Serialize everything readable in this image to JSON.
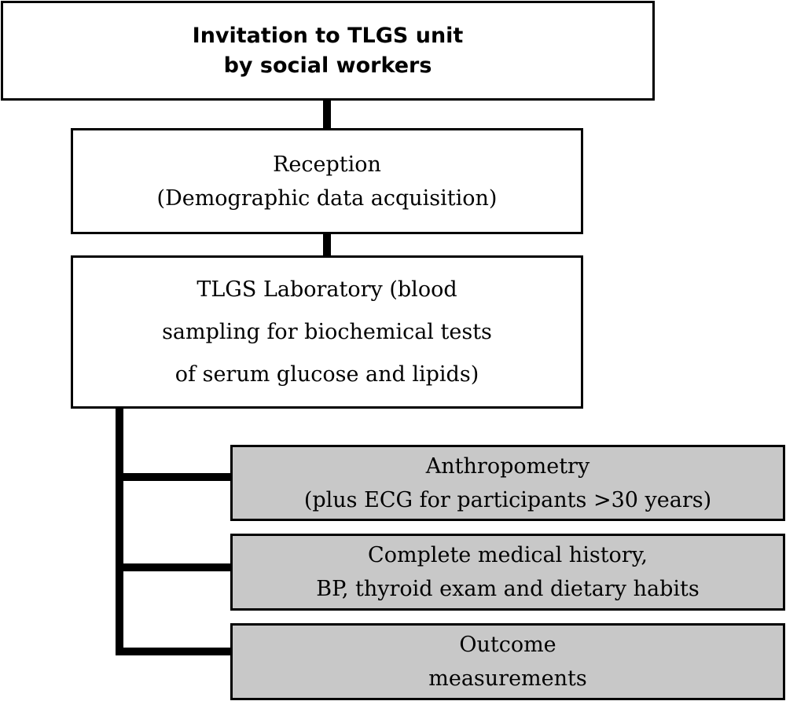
{
  "colors": {
    "stroke": "#000000",
    "grey_fill": "#c8c8c8",
    "background": "#ffffff"
  },
  "steps": {
    "invitation": {
      "line1": "Invitation to TLGS unit",
      "line2": "by social workers"
    },
    "reception": {
      "line1": "Reception",
      "line2": "(Demographic data acquisition)"
    },
    "laboratory": {
      "line1": "TLGS Laboratory (blood",
      "line2": "sampling for biochemical tests",
      "line3": "of serum glucose and lipids)"
    }
  },
  "branches": {
    "anthropometry": {
      "line1": "Anthropometry",
      "line2": "(plus ECG for participants >30 years)"
    },
    "history": {
      "line1": "Complete medical history,",
      "line2": "BP, thyroid exam and dietary habits"
    },
    "outcome": {
      "line1": "Outcome",
      "line2": "measurements"
    }
  }
}
